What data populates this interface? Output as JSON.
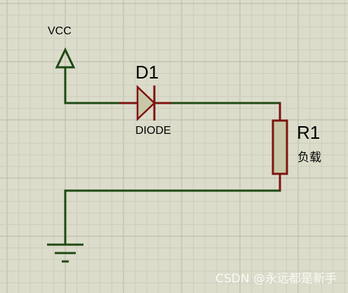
{
  "schematic": {
    "power": {
      "label": "VCC"
    },
    "diode": {
      "ref": "D1",
      "value": "DIODE"
    },
    "resistor": {
      "ref": "R1",
      "value": "负载"
    }
  },
  "watermark": "CSDN @永远都是新手",
  "colors": {
    "background": "#dcdccb",
    "grid_major": "#b9b9aa",
    "grid_minor": "#cdcdbd",
    "wire": "#1e4a14",
    "component_outline": "#7d1410",
    "component_fill": "#c8c8a8"
  }
}
